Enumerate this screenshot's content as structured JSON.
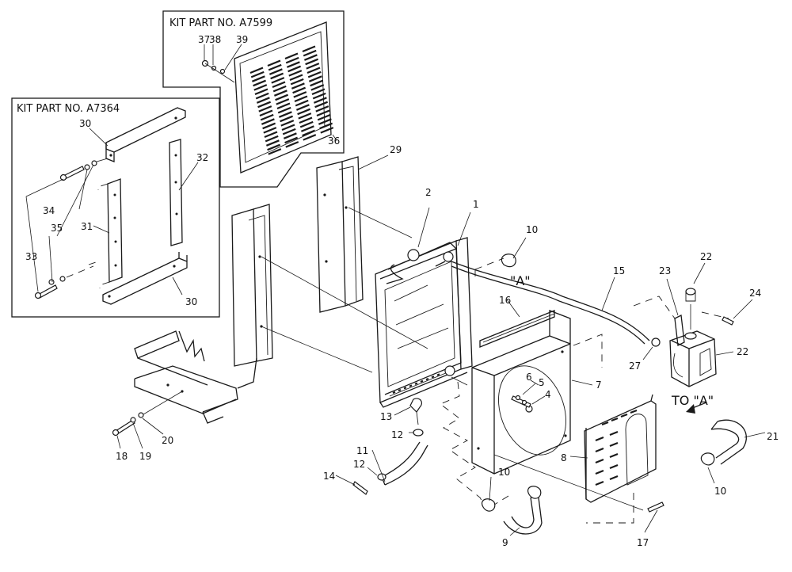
{
  "kits": [
    {
      "title": "KIT PART NO. A7599"
    },
    {
      "title": "KIT PART NO. A7364"
    }
  ],
  "callouts": {
    "c1": "1",
    "c2": "2",
    "c4": "4",
    "c5": "5",
    "c6": "6",
    "c7": "7",
    "c8": "8",
    "c9": "9",
    "c10a": "10",
    "c10b": "10",
    "c10c": "10",
    "c11": "11",
    "c12a": "12",
    "c12b": "12",
    "c13": "13",
    "c14": "14",
    "c15": "15",
    "c16": "16",
    "c17": "17",
    "c18": "18",
    "c19": "19",
    "c20": "20",
    "c21": "21",
    "c22a": "22",
    "c22b": "22",
    "c23": "23",
    "c24": "24",
    "c27": "27",
    "c29": "29",
    "c30a": "30",
    "c30b": "30",
    "c31": "31",
    "c32": "32",
    "c33": "33",
    "c34": "34",
    "c35": "35",
    "c36": "36",
    "c37": "37",
    "c38": "38",
    "c39": "39"
  },
  "references": {
    "point_a": "\"A\"",
    "to_a": "TO \"A\""
  }
}
